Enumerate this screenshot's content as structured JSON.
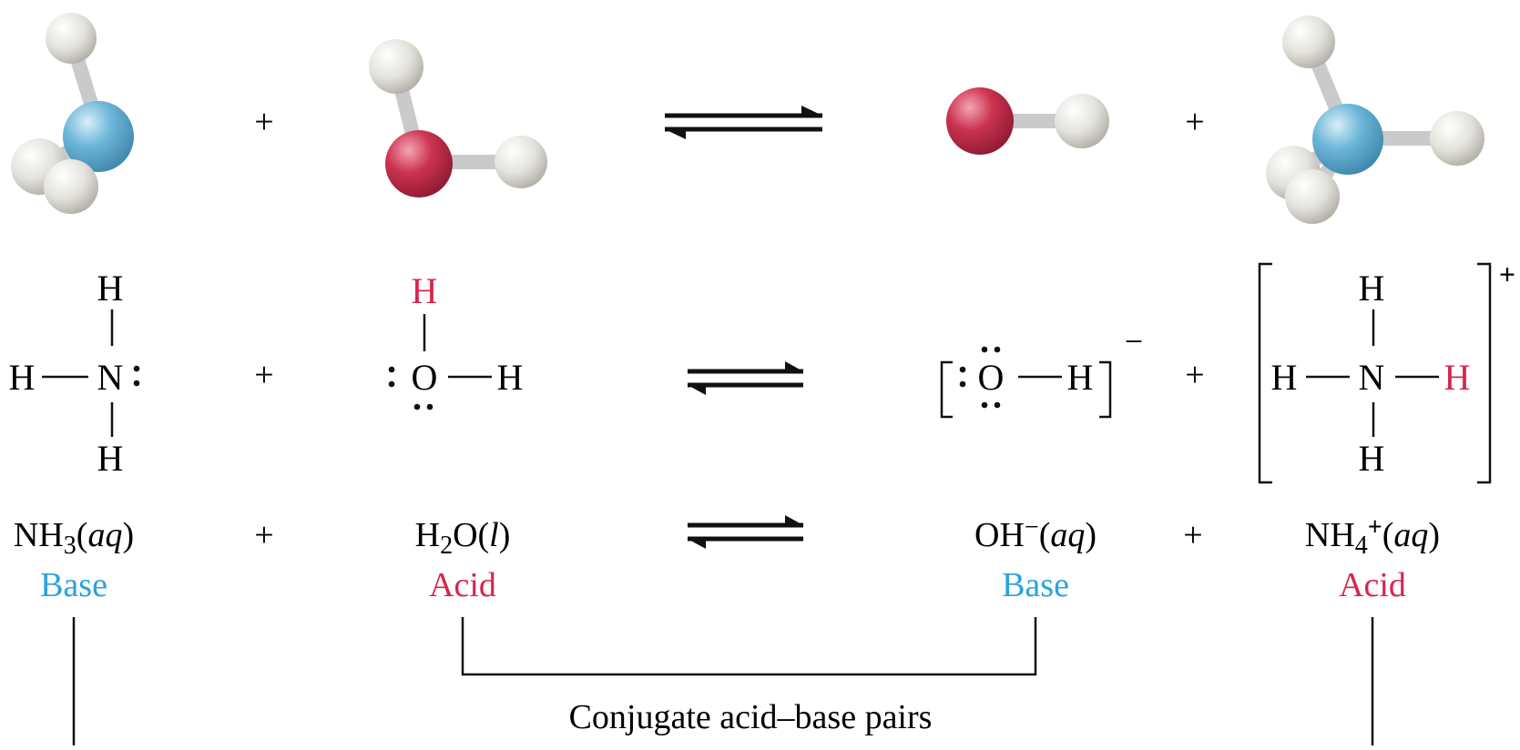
{
  "colors": {
    "acid": "#d8244e",
    "base": "#2ba3dc",
    "ink": "#1a1a1a",
    "nitrogen_atom": "#6cb6d9",
    "oxygen_atom": "#cc3350",
    "hydrogen_atom": "#e3e2dc"
  },
  "reaction": {
    "plus": "+",
    "nh3_formula": {
      "main": "NH",
      "sub": "3",
      "state": "aq"
    },
    "h2o_formula": {
      "pre": "H",
      "sub": "2",
      "post": "O",
      "state": "l"
    },
    "oh_formula": {
      "main": "OH",
      "sup": "−",
      "state": "aq"
    },
    "nh4_formula": {
      "main": "NH",
      "sub": "4",
      "sup": "+",
      "state": "aq"
    },
    "nh3_role": "Base",
    "h2o_role": "Acid",
    "oh_role": "Base",
    "nh4_role": "Acid",
    "pairs_label": "Conjugate acid–base pairs"
  },
  "lewis": {
    "h": "H",
    "n": "N",
    "o": "O",
    "oh_charge": "−",
    "nh4_charge": "+"
  }
}
